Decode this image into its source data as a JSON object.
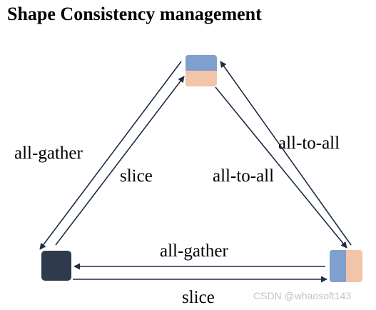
{
  "title": "Shape Consistency management",
  "labels": {
    "left_outer": "all-gather",
    "left_inner": "slice",
    "right_outer": "all-to-all",
    "right_inner": "all-to-all",
    "bottom_top": "all-gather",
    "bottom_bottom": "slice"
  },
  "watermark": "CSDN @whaosoft143",
  "colors": {
    "blue": "#7f9fcf",
    "peach": "#f2c4a8",
    "dark": "#2f3a4c",
    "line": "#1f2d44"
  }
}
